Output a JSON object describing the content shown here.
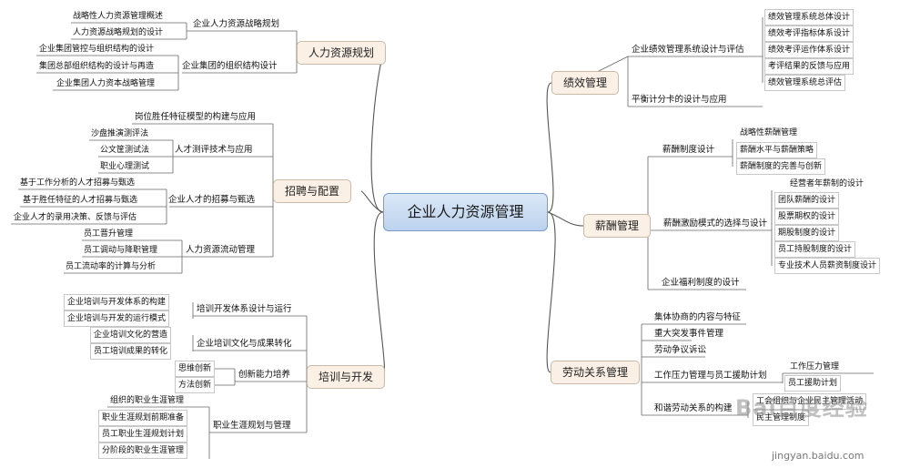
{
  "root": "企业人力资源管理",
  "left": [
    {
      "title": "人力资源规划",
      "children": [
        {
          "label": "企业人力资源战略规划",
          "leaves": [
            "战略性人力资源管理概述",
            "人力资源战略规划的设计"
          ]
        },
        {
          "label": "企业集团的组织结构设计",
          "leaves": [
            "企业集团管控与组织结构的设计",
            "集团总部组织结构的设计与再造",
            "企业集团人力资本战略管理"
          ]
        }
      ]
    },
    {
      "title": "招聘与配置",
      "children": [
        {
          "label": "岗位胜任特征模型的构建与应用",
          "leaves": []
        },
        {
          "label": "人才测评技术与应用",
          "leaves": [
            "沙盘推演测评法",
            "公文筐测试法",
            "职业心理测试"
          ]
        },
        {
          "label": "企业人才的招募与甄选",
          "leaves": [
            "基于工作分析的人才招募与甄选",
            "基于胜任特征的人才招募与甄选",
            "企业人才的录用决策、反馈与评估"
          ]
        },
        {
          "label": "人力资源流动管理",
          "leaves": [
            "员工晋升管理",
            "员工调动与降职管理",
            "员工流动率的计算与分析"
          ]
        }
      ]
    },
    {
      "title": "培训与开发",
      "children": [
        {
          "label": "培训开发体系设计与运行",
          "leaves": [
            "企业培训与开发体系的构建",
            "企业培训与开发的运行模式"
          ]
        },
        {
          "label": "企业培训文化与成果转化",
          "leaves": [
            "企业培训文化的营造",
            "员工培训成果的转化"
          ]
        },
        {
          "label": "创新能力培养",
          "leaves": [
            "思维创新",
            "方法创新"
          ]
        },
        {
          "label": "职业生涯规划与管理",
          "leaves": [
            "组织的职业生涯管理",
            "职业生涯规划前期准备",
            "员工职业生涯规划计划",
            "分阶段的职业生涯管理"
          ]
        }
      ]
    }
  ],
  "right": [
    {
      "title": "绩效管理",
      "children": [
        {
          "label": "企业绩效管理系统设计与评估",
          "leaves": [
            "绩效管理系统总体设计",
            "绩效考评指标体系设计",
            "绩效考评运作体系设计",
            "考评结果的反馈与应用",
            "绩效管理系统总评估"
          ]
        },
        {
          "label": "平衡计分卡的设计与应用",
          "leaves": []
        }
      ]
    },
    {
      "title": "薪酬管理",
      "children": [
        {
          "label": "薪酬制度设计",
          "leaves": [
            "战略性薪酬管理",
            "薪酬水平与薪酬策略",
            "薪酬制度的完善与创新"
          ]
        },
        {
          "label": "薪酬激励模式的选择与设计",
          "leaves": [
            "经营者年薪制的设计",
            "团队薪酬的设计",
            "股票期权的设计",
            "期股制度的设计",
            "员工持股制度的设计",
            "专业技术人员薪资制度设计"
          ]
        },
        {
          "label": "企业福利制度的设计",
          "leaves": []
        }
      ]
    },
    {
      "title": "劳动关系管理",
      "children": [
        {
          "label": "集体协商的内容与特征",
          "leaves": []
        },
        {
          "label": "重大突发事件管理",
          "leaves": []
        },
        {
          "label": "劳动争议诉讼",
          "leaves": []
        },
        {
          "label": "工作压力管理与员工援助计划",
          "leaves": [
            "工作压力管理",
            "员工援助计划"
          ]
        },
        {
          "label": "和谐劳动关系的构建",
          "leaves": [
            "工会组织与企业民主管理活动",
            "民主管理制度"
          ]
        }
      ]
    }
  ],
  "watermark": {
    "logo": "Bai百度经验",
    "url": "jingyan.baidu.com"
  }
}
